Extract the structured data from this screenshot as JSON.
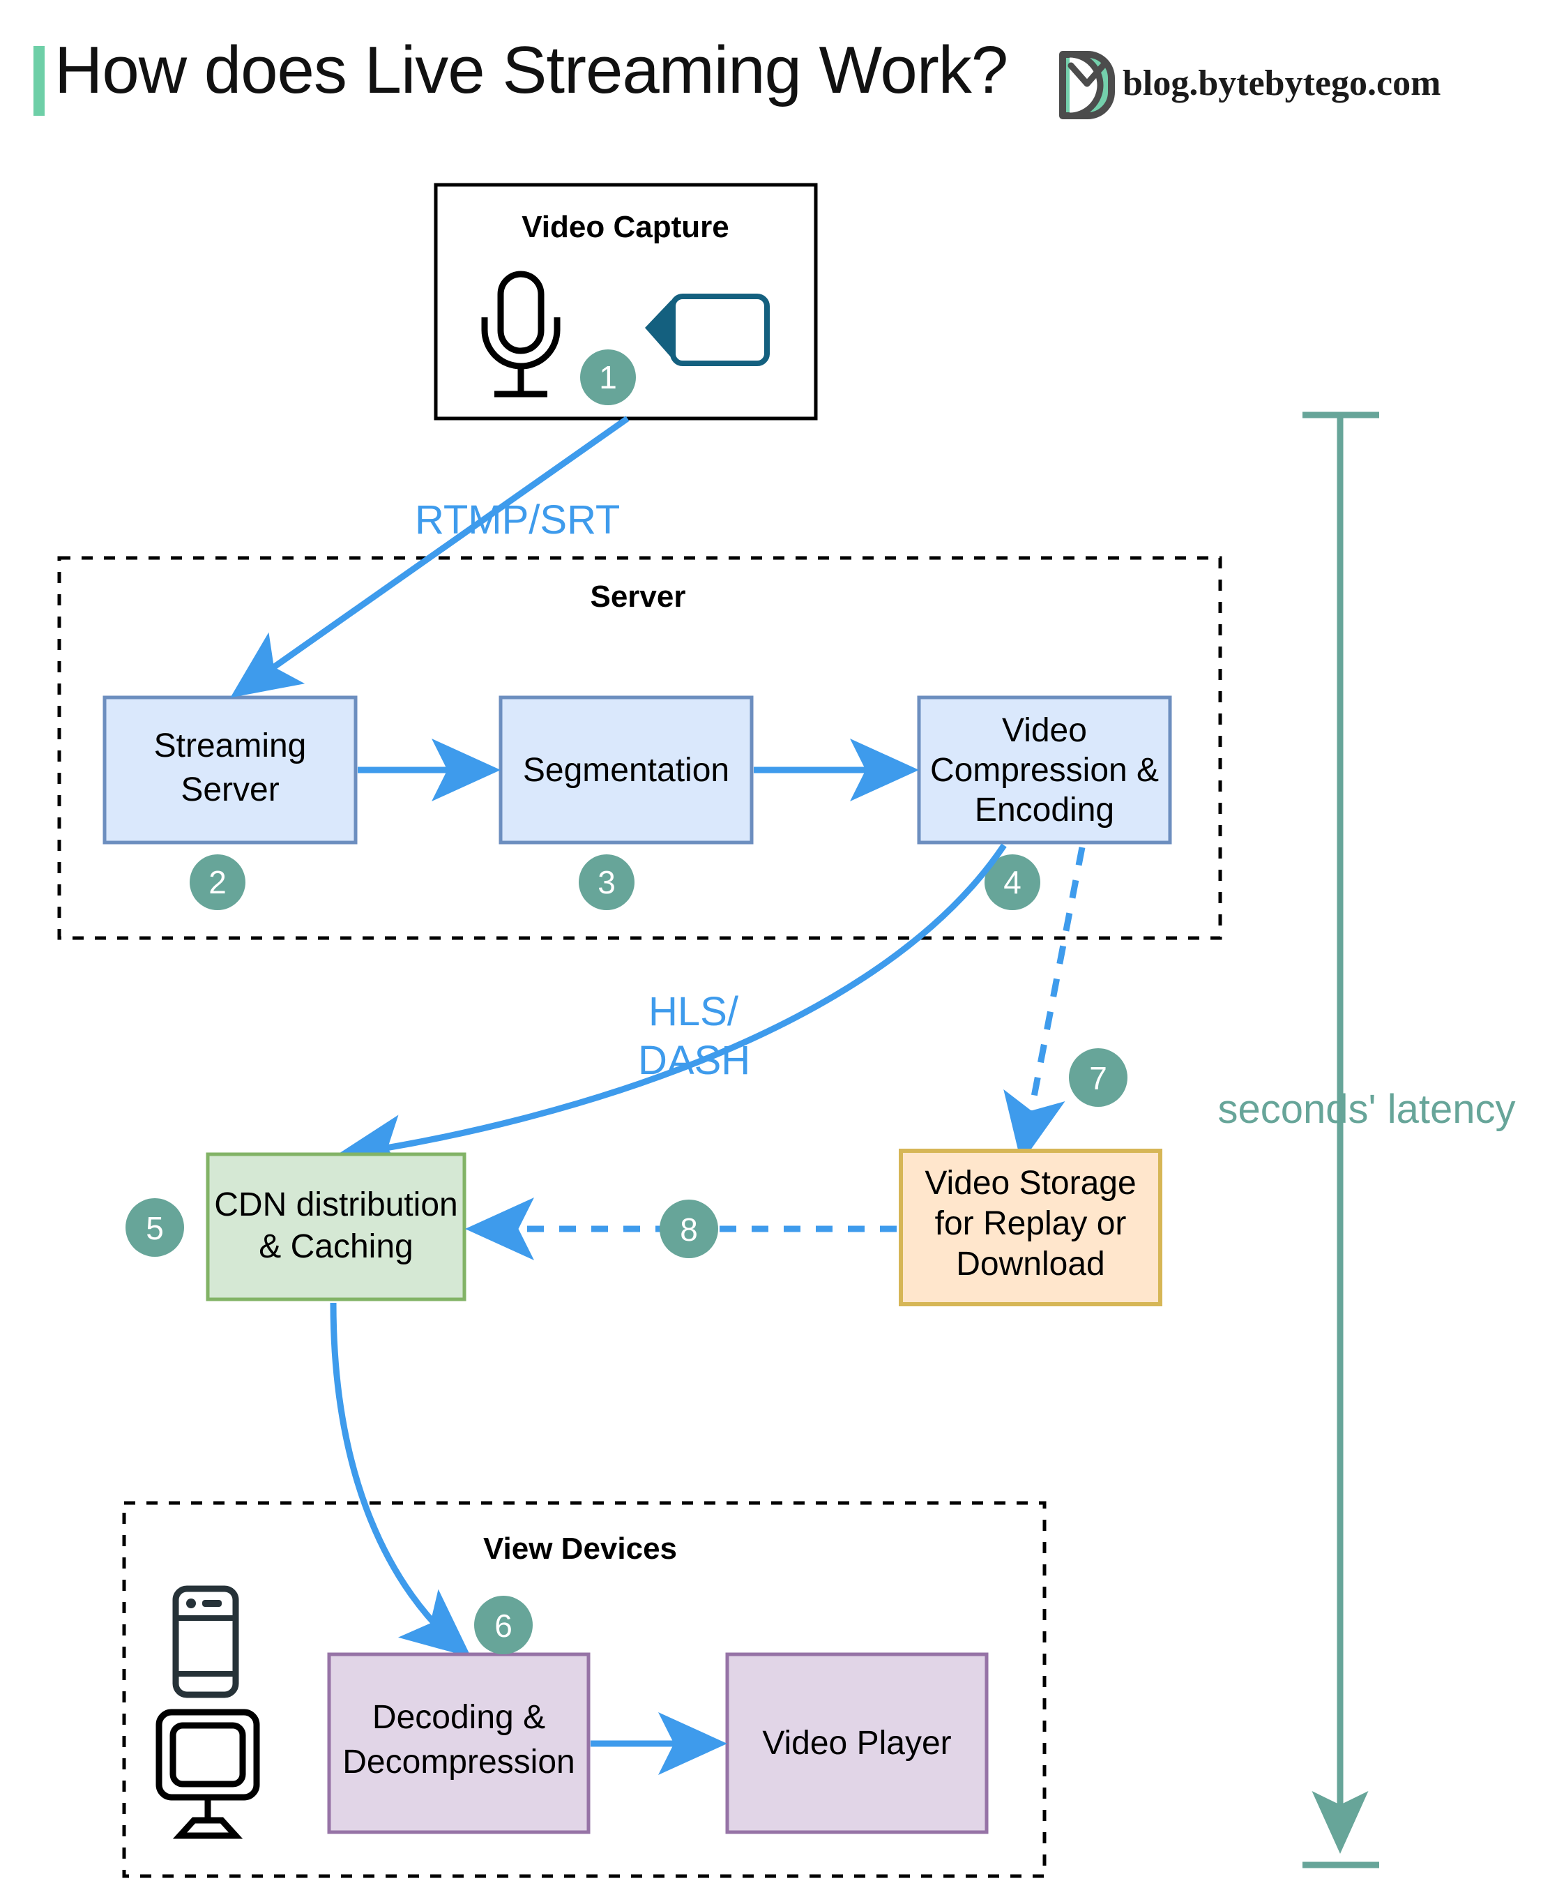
{
  "header": {
    "title": "How does Live Streaming Work?",
    "brand": "blog.bytebytego.com",
    "logo_icon": "bytebytego-logo-icon",
    "accent_color": "#6ecfa7"
  },
  "groups": {
    "video_capture": {
      "title": "Video Capture",
      "icons": [
        "microphone-icon",
        "video-camera-icon"
      ]
    },
    "server": {
      "title": "Server"
    },
    "view_devices": {
      "title": "View Devices",
      "icons": [
        "smartphone-icon",
        "desktop-monitor-icon"
      ]
    }
  },
  "nodes": {
    "streaming_server": {
      "label_line1": "Streaming",
      "label_line2": "Server"
    },
    "segmentation": {
      "label_line1": "Segmentation"
    },
    "compression": {
      "label_line1": "Video",
      "label_line2": "Compression &",
      "label_line3": "Encoding"
    },
    "cdn": {
      "label_line1": "CDN distribution",
      "label_line2": "& Caching"
    },
    "storage": {
      "label_line1": "Video Storage",
      "label_line2": "for Replay or",
      "label_line3": "Download"
    },
    "decoding": {
      "label_line1": "Decoding &",
      "label_line2": "Decompression"
    },
    "player": {
      "label_line1": "Video Player"
    }
  },
  "edge_labels": {
    "rtmp_srt": "RTMP/SRT",
    "hls_line1": "HLS/",
    "hls_line2": "DASH"
  },
  "badges": {
    "b1": "1",
    "b2": "2",
    "b3": "3",
    "b4": "4",
    "b5": "5",
    "b6": "6",
    "b7": "7",
    "b8": "8"
  },
  "annotation": {
    "latency": "seconds' latency"
  },
  "colors": {
    "badge": "#67a599",
    "blue_fill": "#dae8fc",
    "blue_stroke": "#6c8ebf",
    "green_fill": "#d5e8d4",
    "green_stroke": "#82b366",
    "orange_fill": "#ffe6cc",
    "orange_stroke": "#d6b656",
    "purple_fill": "#e1d5e7",
    "purple_stroke": "#9673a6",
    "arrow_blue": "#3e9bec",
    "teal": "#67a599",
    "camera_icon": "#14607f"
  }
}
